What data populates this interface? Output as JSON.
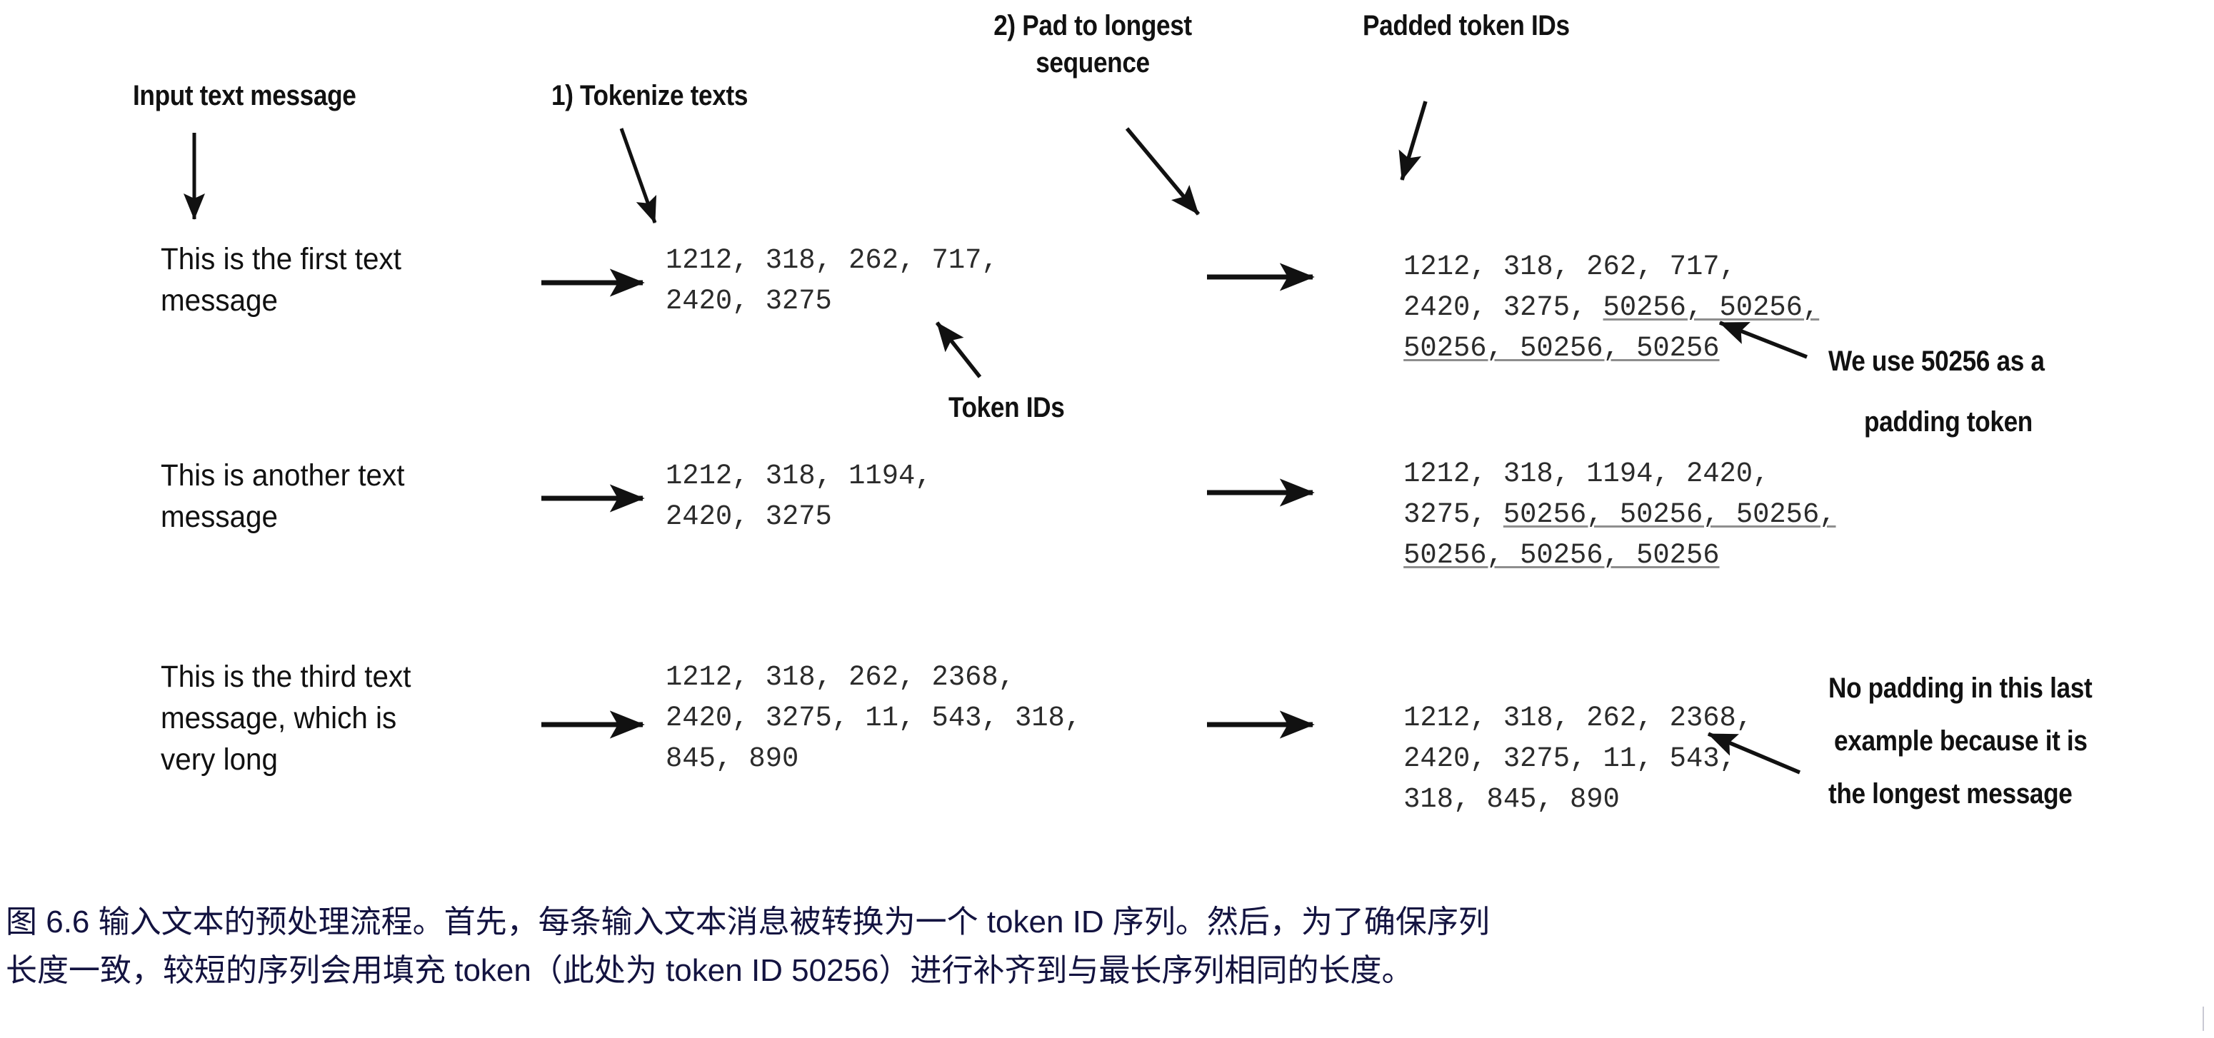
{
  "diagram": {
    "headings": {
      "input_text": "Input text message",
      "step1": "1) Tokenize texts",
      "step2_line1": "2) Pad to longest",
      "step2_line2": "sequence",
      "padded_token_ids": "Padded token IDs"
    },
    "callouts": {
      "token_ids": "Token IDs",
      "pad_note_line1": "We use 50256 as a",
      "pad_note_line2": "padding token",
      "nopad_note_line1": "No padding in this last",
      "nopad_note_line2": "example because it is",
      "nopad_note_line3": "the longest message"
    },
    "rows": [
      {
        "message_lines": [
          "This is the first text",
          "message"
        ],
        "token_id_lines": [
          "1212, 318, 262, 717,",
          "2420, 3275"
        ],
        "padded_lines": [
          [
            {
              "t": "1212, 318, 262, 717,",
              "pad": false
            }
          ],
          [
            {
              "t": "2420, 3275, ",
              "pad": false
            },
            {
              "t": "50256, 50256,",
              "pad": true
            }
          ],
          [
            {
              "t": "50256, 50256, 50256",
              "pad": true
            }
          ]
        ]
      },
      {
        "message_lines": [
          "This is another text",
          "message"
        ],
        "token_id_lines": [
          "1212, 318, 1194,",
          "2420, 3275"
        ],
        "padded_lines": [
          [
            {
              "t": "1212, 318, 1194, 2420,",
              "pad": false
            }
          ],
          [
            {
              "t": "3275, ",
              "pad": false
            },
            {
              "t": "50256, 50256, 50256,",
              "pad": true
            }
          ],
          [
            {
              "t": "50256, 50256, 50256",
              "pad": true
            }
          ]
        ]
      },
      {
        "message_lines": [
          "This is the third text",
          "message, which is",
          "very long"
        ],
        "token_id_lines": [
          "1212, 318, 262, 2368,",
          "2420, 3275, 11, 543, 318,",
          "845, 890"
        ],
        "padded_lines": [
          [
            {
              "t": "1212, 318, 262, 2368,",
              "pad": false
            }
          ],
          [
            {
              "t": "2420, 3275, 11, 543,",
              "pad": false
            }
          ],
          [
            {
              "t": "318, 845, 890",
              "pad": false
            }
          ]
        ]
      }
    ],
    "colors": {
      "ink": "#111111",
      "mono_ink": "#2b2b2b",
      "underline": "#8e8e8e",
      "caption": "#131340"
    }
  },
  "caption": {
    "line1": "图 6.6 输入文本的预处理流程。首先，每条输入文本消息被转换为一个 token ID 序列。然后，为了确保序列",
    "line2": "长度一致，较短的序列会用填充 token（此处为 token ID 50256）进行补齐到与最长序列相同的长度。"
  }
}
